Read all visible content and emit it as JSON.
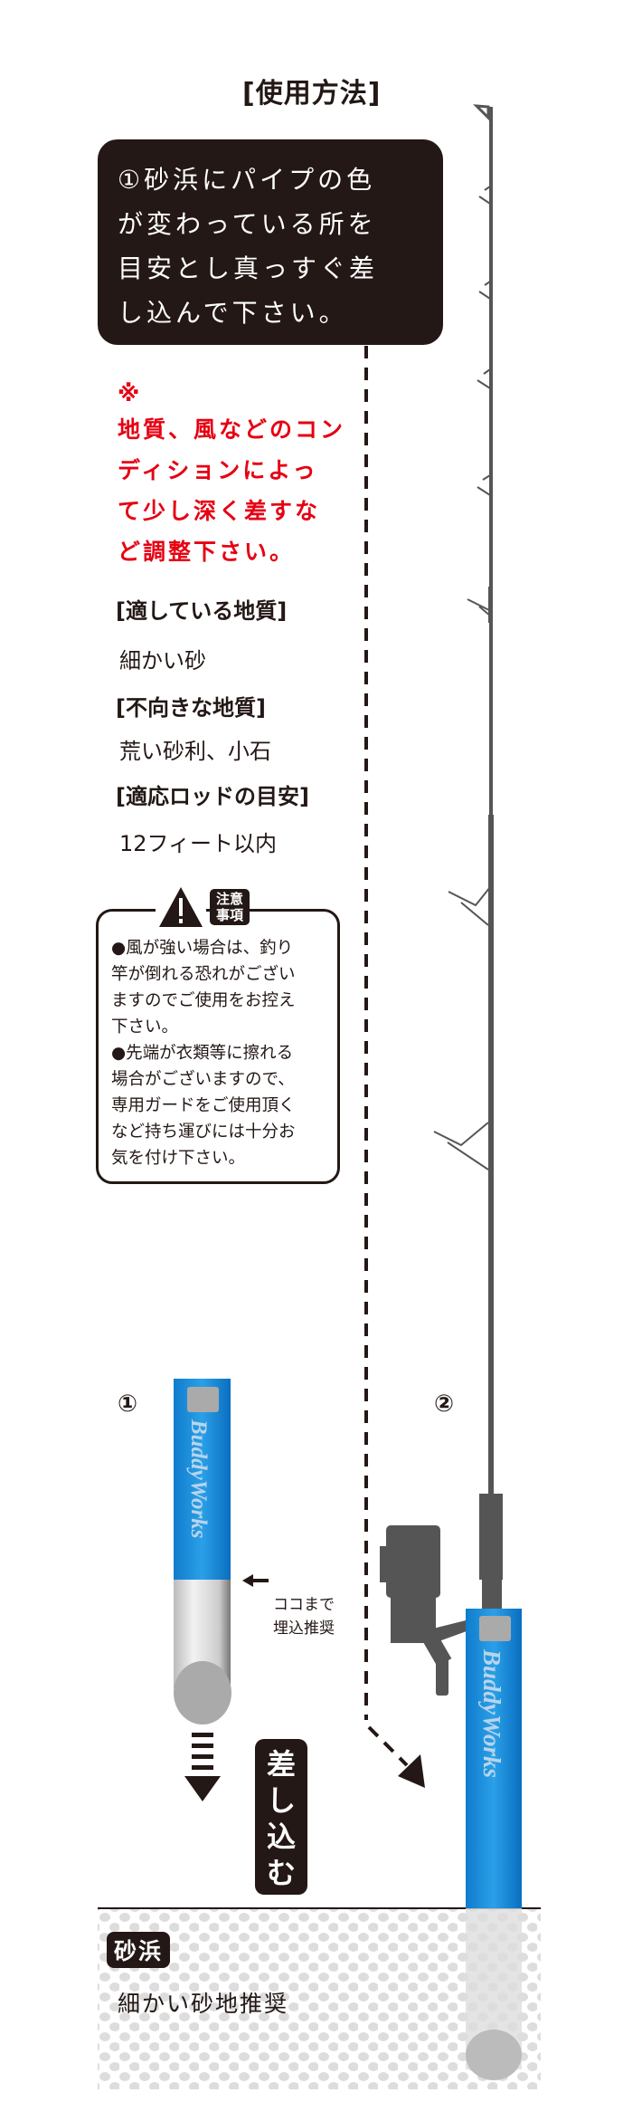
{
  "title": "[使用方法]",
  "step1_box": {
    "lines": [
      "①砂浜にパイプの色",
      "が変わっている所を",
      "目安とし真っすぐ差",
      "し込んで下さい。"
    ]
  },
  "note": {
    "mark": "※",
    "lines": [
      "地質、風などのコン",
      "ディションによっ",
      "て少し深く差すな",
      "ど調整下さい。"
    ]
  },
  "specs": [
    {
      "heading": "[適している地質]",
      "value": "細かい砂"
    },
    {
      "heading": "[不向きな地質]",
      "value": "荒い砂利、小石"
    },
    {
      "heading": "[適応ロッドの目安]",
      "value": "12フィート以内"
    }
  ],
  "caution": {
    "tag": [
      "注意",
      "事項"
    ],
    "lines": [
      "●風が強い場合は、釣り",
      "竿が倒れる恐れがござい",
      "ますのでご使用をお控え",
      "下さい。",
      "●先端が衣類等に擦れる",
      "場合がございますので、",
      "専用ガードをご使用頂く",
      "など持ち運びには十分お",
      "気を付け下さい。"
    ]
  },
  "diagram": {
    "step1_number": "①",
    "step2_number": "②",
    "brand": "BuddyWorks",
    "embed_hint": [
      "ココまで",
      "埋込推奨"
    ],
    "push_label": [
      "差",
      "し",
      "込",
      "む"
    ],
    "sand_label": "砂浜",
    "sand_note": "細かい砂地推奨",
    "colors": {
      "pipe_blue": "#1a8fdc",
      "dark": "#231815",
      "rod": "#555555",
      "red": "#e60012"
    }
  }
}
